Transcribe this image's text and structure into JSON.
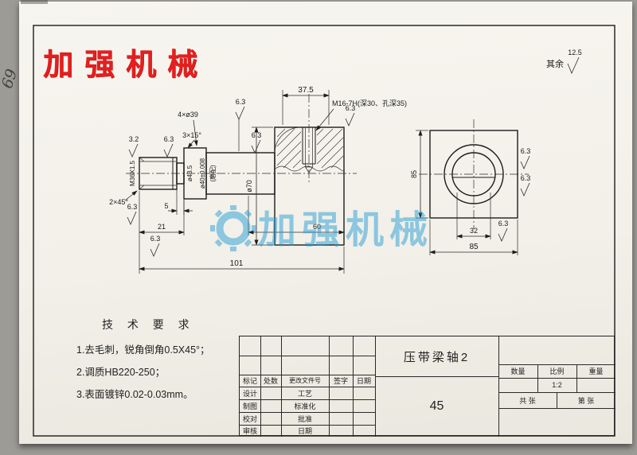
{
  "logo": {
    "text": "加强机械"
  },
  "page_number": "69",
  "watermark": {
    "text": "加强机械"
  },
  "corner_note": {
    "label": "其余",
    "value": "12.5"
  },
  "dims": {
    "len_37_5": "37.5",
    "tap_note": "M16-7H(深30、孔深35)",
    "holes": "4×ø39",
    "chamfer15": "3×15°",
    "thread": "M36X1.5",
    "d43_5": "ø43.5",
    "d40": "ø40±0.008",
    "d40_note": "(磨配)",
    "d70": "ø70",
    "chamfer45": "2×45°",
    "len_5": "5",
    "len_21": "21",
    "len_60": "60",
    "len_101": "101",
    "side_85": "85",
    "bore_32": "32",
    "bottom_85": "85",
    "r6_3": "6.3",
    "r3_2": "3.2"
  },
  "tech": {
    "title": "技 术 要 求",
    "items": [
      "1.去毛刺，锐角倒角0.5X45°；",
      "2.调质HB220-250；",
      "3.表面镀锌0.02-0.03mm。"
    ]
  },
  "titleblock": {
    "header_row": [
      "标记",
      "处数",
      "更改文件号",
      "签字",
      "日期"
    ],
    "col1": [
      "设计",
      "制图",
      "校对",
      "审核"
    ],
    "col2": [
      "工艺",
      "标准化",
      "批准",
      "日期"
    ],
    "part_name": "压带梁轴2",
    "material": "45",
    "qty": "数量",
    "scale": "比例",
    "weight": "重量",
    "scale_value": "1:2",
    "total_sheets": "共 张",
    "sheet_no": "第 张"
  }
}
